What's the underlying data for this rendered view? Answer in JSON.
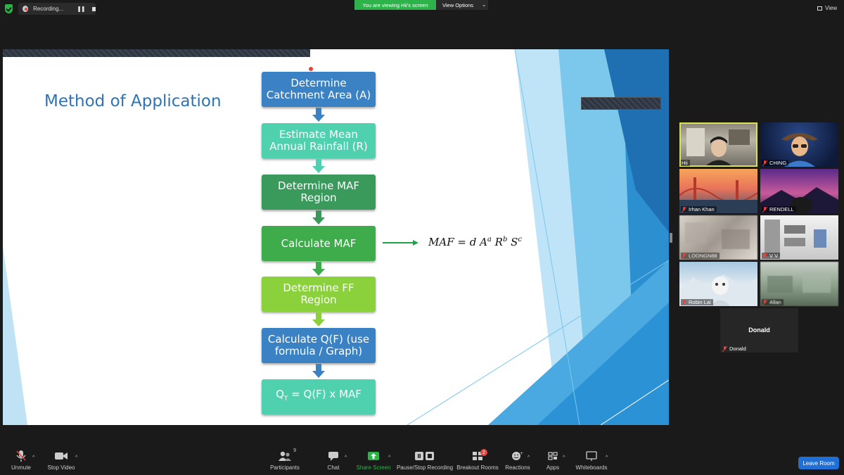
{
  "top_bar": {
    "recording_label": "Recording...",
    "pause_glyph": "❚❚",
    "viewing_banner": "You are viewing Hii's screen",
    "view_options_label": "View Options",
    "view_label": "View"
  },
  "slide": {
    "title": "Method of Application",
    "flow_steps": [
      {
        "line1": "Determine",
        "line2": "Catchment Area (A)",
        "color": "#3b82c4"
      },
      {
        "line1": "Estimate Mean",
        "line2": "Annual Rainfall (R)",
        "color": "#4fd1b0"
      },
      {
        "line1": "Determine MAF",
        "line2": "Region",
        "color": "#3a9a5c"
      },
      {
        "line1": "Calculate MAF",
        "line2": "",
        "color": "#3fac4c"
      },
      {
        "line1": "Determine FF",
        "line2": "Region",
        "color": "#8bd13c"
      },
      {
        "line1": "Calculate Q(F) (use",
        "line2": "formula / Graph)",
        "color": "#3b82c4"
      },
      {
        "q": "Q",
        "t": "T",
        "rest": " = Q(F) x MAF",
        "color": "#4fd1b0"
      }
    ],
    "formula": {
      "lhs": "MAF = d A",
      "a": "a",
      "r": " R",
      "b": "b",
      "s": " S",
      "c": "c"
    }
  },
  "participants_tiles": [
    {
      "name": "Hii",
      "muted": false,
      "active": true
    },
    {
      "name": "CHING",
      "muted": true
    },
    {
      "name": "Irhan Khan",
      "muted": true
    },
    {
      "name": "RENDELL",
      "muted": true
    },
    {
      "name": "LOONGN88",
      "muted": true
    },
    {
      "name": "V V",
      "muted": true
    },
    {
      "name": "Robin Lai",
      "muted": true
    },
    {
      "name": "Allan",
      "muted": true
    },
    {
      "name": "Donald",
      "muted": true,
      "center_label": "Donald"
    }
  ],
  "toolbar": {
    "unmute": "Unmute",
    "stop_video": "Stop Video",
    "participants": "Participants",
    "participants_count": "9",
    "chat": "Chat",
    "share_screen": "Share Screen",
    "pause_stop_recording": "Pause/Stop Recording",
    "breakout_rooms": "Breakout Rooms",
    "breakout_badge": "2",
    "reactions": "Reactions",
    "apps": "Apps",
    "whiteboards": "Whiteboards",
    "leave_room": "Leave Room",
    "caret": "^"
  },
  "colors": {
    "accent_green": "#2db34a",
    "leave_blue": "#1f6fd6",
    "active_outline": "#d9e352"
  }
}
